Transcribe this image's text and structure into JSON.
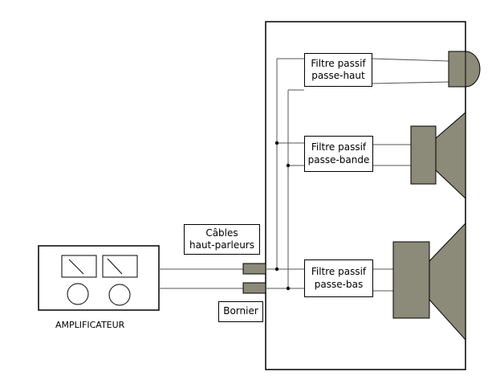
{
  "labels": {
    "filter_high_l1": "Filtre passif",
    "filter_high_l2": "passe-haut",
    "filter_mid_l1": "Filtre passif",
    "filter_mid_l2": "passe-bande",
    "filter_low_l1": "Filtre passif",
    "filter_low_l2": "passe-bas",
    "cables_l1": "Câbles",
    "cables_l2": "haut-parleurs",
    "bornier": "Bornier",
    "amplifier": "AMPLIFICATEUR"
  },
  "colors": {
    "driver_fill": "#8c8a78",
    "line": "#000000",
    "wire": "#555555"
  }
}
